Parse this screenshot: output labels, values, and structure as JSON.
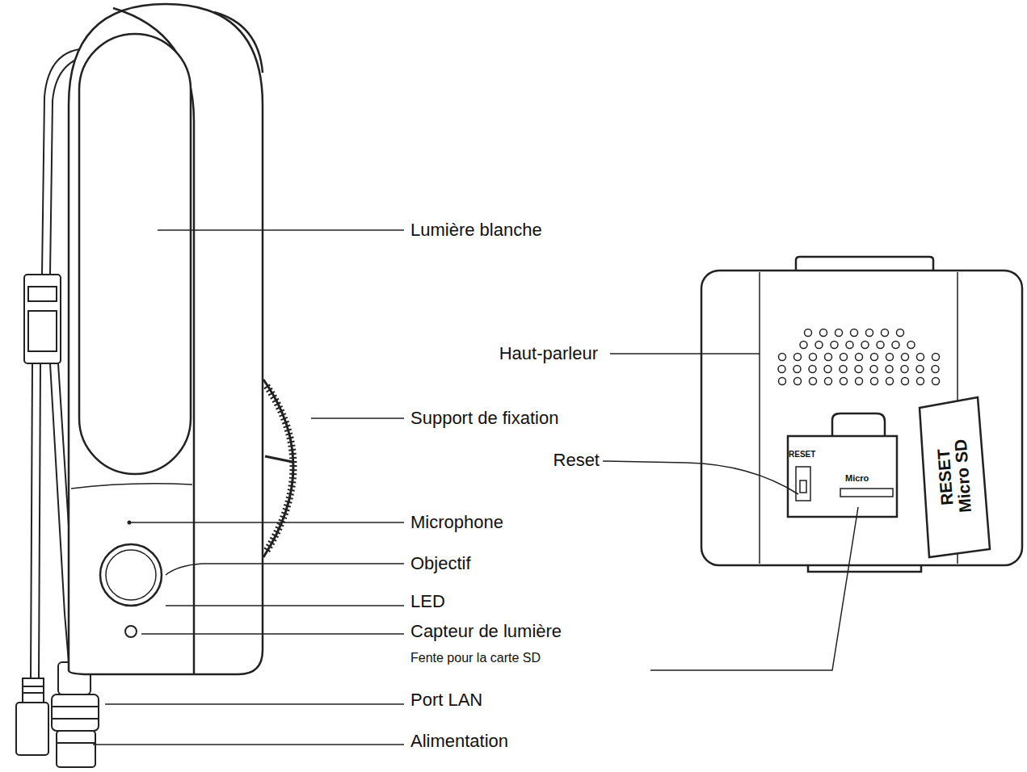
{
  "diagram": {
    "labels": [
      "Lumière blanche",
      "Haut-parleur",
      "Support de fixation",
      "Reset",
      "RESET",
      "Micro",
      "RESET Micro SD",
      "Microphone",
      "Objectif",
      "LED",
      "Capteur de lumière",
      "Fente pour la carte SD",
      "Port LAN",
      "Alimentation"
    ]
  }
}
